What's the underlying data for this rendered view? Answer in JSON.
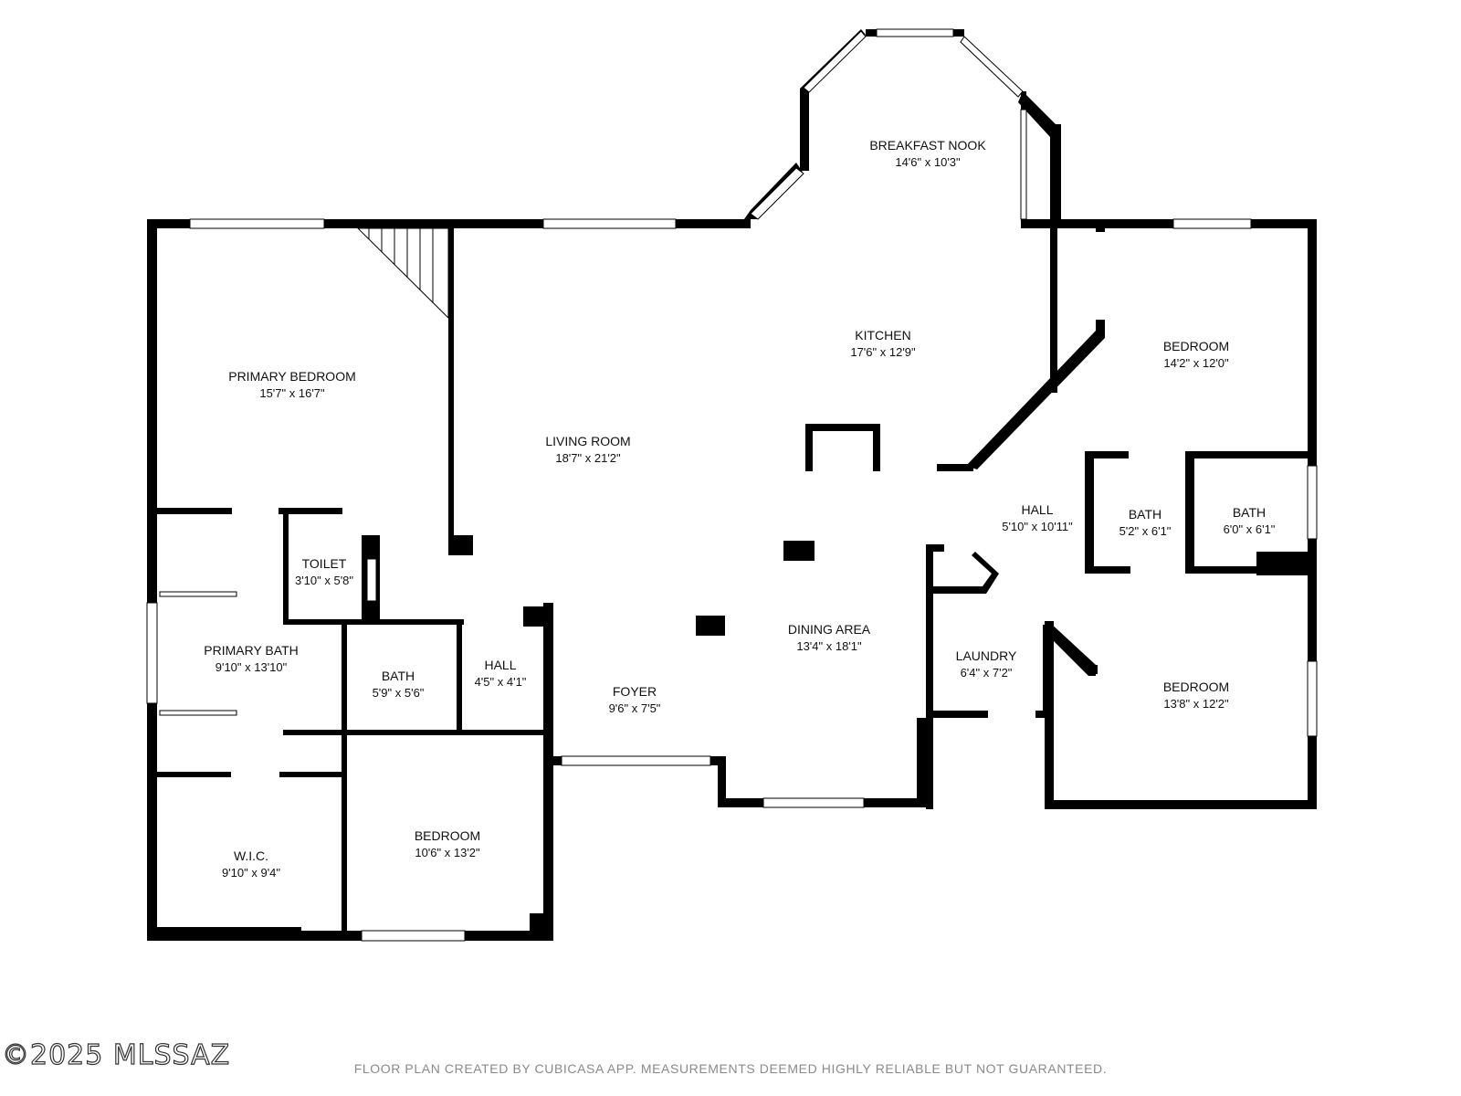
{
  "rooms": {
    "breakfast_nook": {
      "name": "BREAKFAST NOOK",
      "dim": "14'6\" x 10'3\""
    },
    "kitchen": {
      "name": "KITCHEN",
      "dim": "17'6\" x 12'9\""
    },
    "primary_bedroom": {
      "name": "PRIMARY BEDROOM",
      "dim": "15'7\" x 16'7\""
    },
    "living_room": {
      "name": "LIVING ROOM",
      "dim": "18'7\" x 21'2\""
    },
    "bedroom_ne": {
      "name": "BEDROOM",
      "dim": "14'2\" x 12'0\""
    },
    "hall_east": {
      "name": "HALL",
      "dim": "5'10\" x 10'11\""
    },
    "bath_east_1": {
      "name": "BATH",
      "dim": "5'2\" x 6'1\""
    },
    "bath_east_2": {
      "name": "BATH",
      "dim": "6'0\" x 6'1\""
    },
    "toilet": {
      "name": "TOILET",
      "dim": "3'10\" x 5'8\""
    },
    "primary_bath": {
      "name": "PRIMARY BATH",
      "dim": "9'10\" x 13'10\""
    },
    "bath_center": {
      "name": "BATH",
      "dim": "5'9\" x 5'6\""
    },
    "hall_west": {
      "name": "HALL",
      "dim": "4'5\" x 4'1\""
    },
    "foyer": {
      "name": "FOYER",
      "dim": "9'6\" x 7'5\""
    },
    "dining_area": {
      "name": "DINING AREA",
      "dim": "13'4\" x 18'1\""
    },
    "laundry": {
      "name": "LAUNDRY",
      "dim": "6'4\" x 7'2\""
    },
    "bedroom_se": {
      "name": "BEDROOM",
      "dim": "13'8\" x 12'2\""
    },
    "wic": {
      "name": "W.I.C.",
      "dim": "9'10\" x 9'4\""
    },
    "bedroom_sw": {
      "name": "BEDROOM",
      "dim": "10'6\" x 13'2\""
    }
  },
  "footer": {
    "disclaimer": "FLOOR PLAN CREATED BY CUBICASA APP. MEASUREMENTS DEEMED HIGHLY RELIABLE BUT NOT GUARANTEED.",
    "watermark": "©2025 MLSSAZ"
  }
}
